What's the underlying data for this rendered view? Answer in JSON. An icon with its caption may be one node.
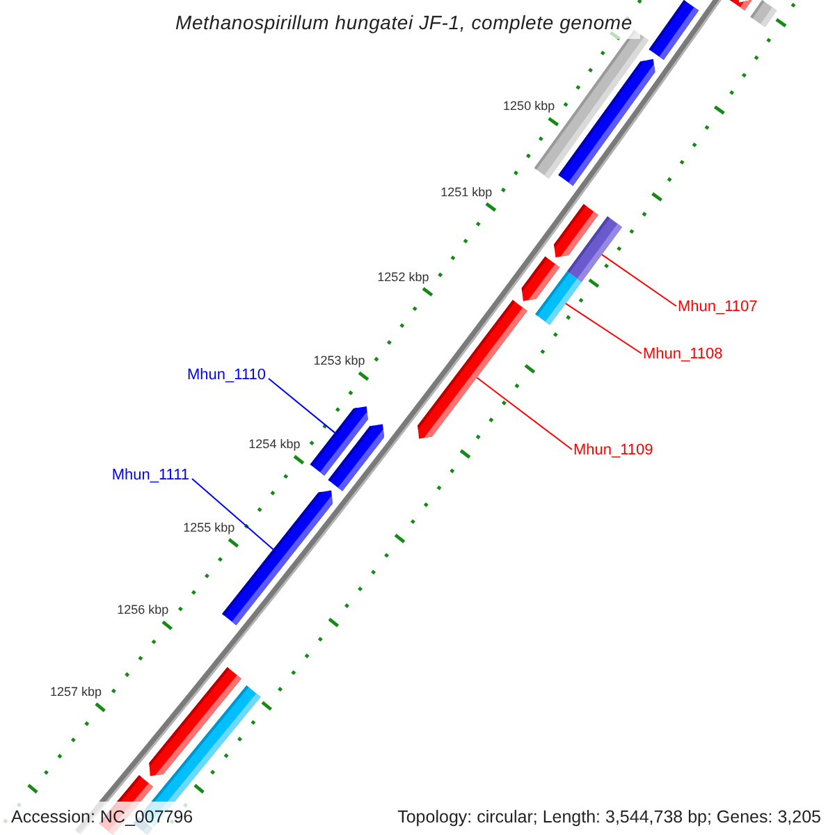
{
  "diagram": {
    "title": "Methanospirillum hungatei JF-1, complete genome",
    "nodes": [
      {
        "text": [],
        "shape": "bar"
      },
      {
        "text": [],
        "shape": "bar"
      },
      {
        "text": [],
        "shape": "bar"
      },
      {
        "text": [],
        "shape": "bar"
      },
      {
        "text": [],
        "shape": "bar"
      },
      {
        "text": [],
        "shape": "bar"
      },
      {
        "text": [],
        "shape": "bar"
      },
      {
        "text": [],
        "shape": "bar"
      },
      {
        "text": [],
        "shape": "bar"
      },
      {
        "text": [],
        "shape": "bar"
      },
      {
        "text": [],
        "shape": "bar"
      },
      {
        "text": [],
        "shape": "bar"
      },
      {
        "text": [],
        "shape": "bar"
      },
      {
        "text": [],
        "shape": "bar"
      },
      {
        "text": [],
        "shape": "bar"
      },
      {
        "text": [],
        "shape": "bar"
      },
      {
        "text": [],
        "shape": "bar"
      },
      {
        "text": [
          "Mhun_1107"
        ]
      },
      {
        "text": [
          "Mhun_1108"
        ]
      },
      {
        "text": [
          "Mhun_1109"
        ]
      },
      {
        "text": [
          "Mhun_1110"
        ]
      },
      {
        "text": [
          "Mhun_1111"
        ]
      }
    ],
    "edges": [
      {
        "from": 17,
        "to": 5,
        "arrow": "none"
      },
      {
        "from": 18,
        "to": 7,
        "arrow": "none"
      },
      {
        "from": 19,
        "to": 9,
        "arrow": "none"
      },
      {
        "from": 20,
        "to": 10,
        "arrow": "none",
        "color": "#0000ff"
      },
      {
        "from": 21,
        "to": 12,
        "arrow": "none",
        "color": "#0000ff"
      }
    ],
    "labels": [
      "1250 kbp",
      "1251 kbp",
      "1252 kbp",
      "1253 kbp",
      "1254 kbp",
      "1255 kbp",
      "1256 kbp",
      "1257 kbp",
      "Accession: NC_007796",
      "Topology: circular; Length: 3,544,738 bp; Genes: 3,205"
    ]
  }
}
